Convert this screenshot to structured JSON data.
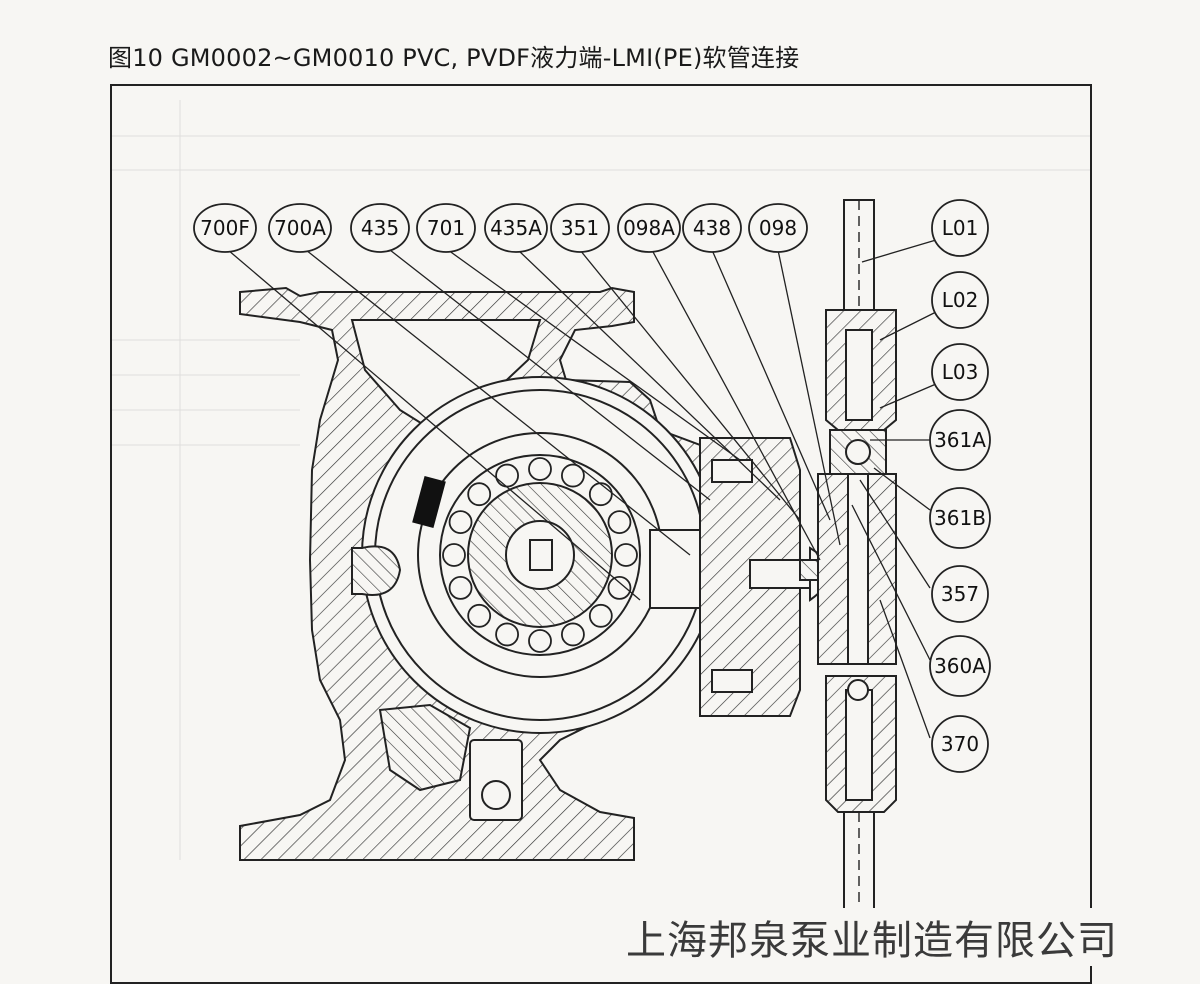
{
  "title": "图10  GM0002~GM0010 PVC, PVDF液力端-LMI(PE)软管连接",
  "company": "上海邦泉泵业制造有限公司",
  "callouts_top": [
    "700F",
    "700A",
    "435",
    "701",
    "435A",
    "351",
    "098A",
    "438",
    "098"
  ],
  "callouts_right": [
    "L01",
    "L02",
    "L03",
    "361A",
    "361B",
    "357",
    "360A",
    "370"
  ]
}
